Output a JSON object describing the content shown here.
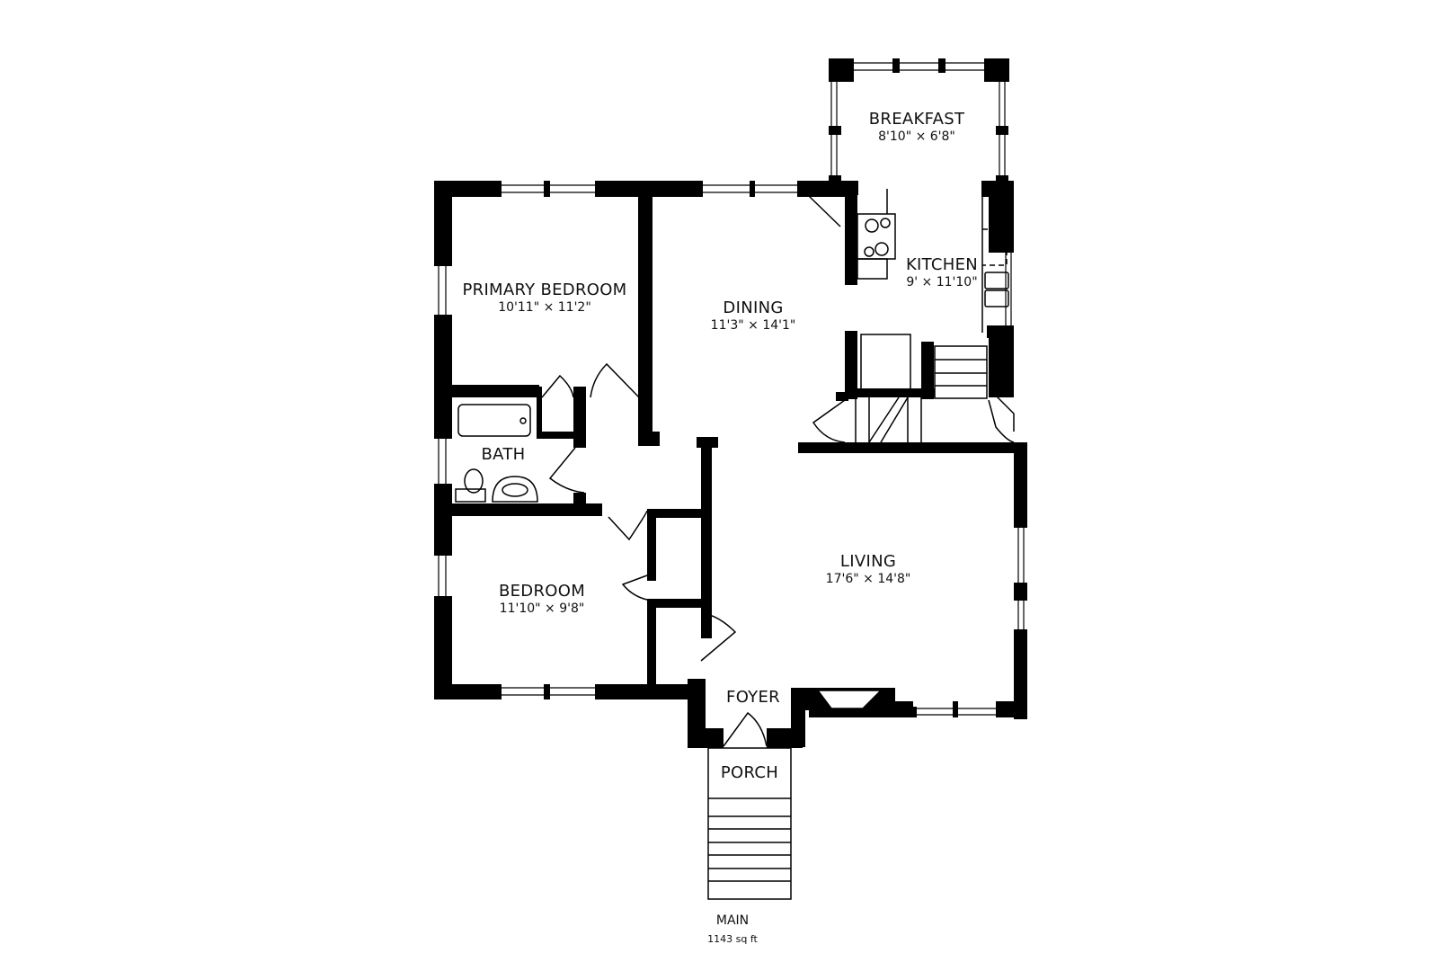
{
  "floor": {
    "name": "MAIN",
    "area": "1143 sq ft"
  },
  "rooms": [
    {
      "id": "breakfast",
      "name": "BREAKFAST",
      "dims": "8'10\" × 6'8\""
    },
    {
      "id": "kitchen",
      "name": "KITCHEN",
      "dims": "9' × 11'10\""
    },
    {
      "id": "primary-bedroom",
      "name": "PRIMARY BEDROOM",
      "dims": "10'11\" × 11'2\""
    },
    {
      "id": "dining",
      "name": "DINING",
      "dims": "11'3\" × 14'1\""
    },
    {
      "id": "bath",
      "name": "BATH",
      "dims": ""
    },
    {
      "id": "bedroom",
      "name": "BEDROOM",
      "dims": "11'10\" × 9'8\""
    },
    {
      "id": "living",
      "name": "LIVING",
      "dims": "17'6\" × 14'8\""
    },
    {
      "id": "foyer",
      "name": "FOYER",
      "dims": ""
    },
    {
      "id": "porch",
      "name": "PORCH",
      "dims": ""
    }
  ],
  "colors": {
    "wall": "#000000",
    "background": "#ffffff",
    "text": "#111111"
  }
}
